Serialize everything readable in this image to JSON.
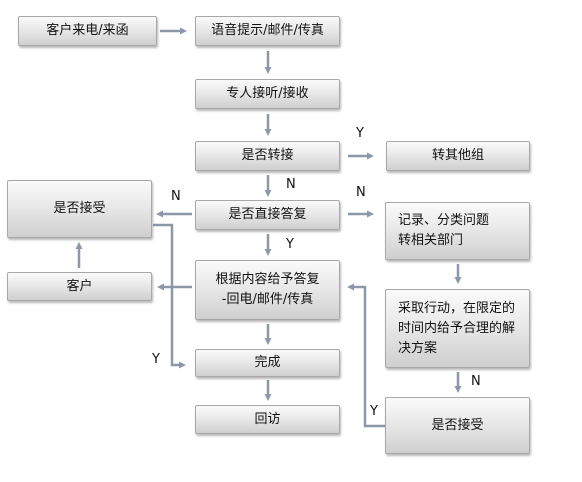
{
  "nodes": {
    "customer_call": "客户来电/来函",
    "voice_prompt": "语音提示/邮件/传真",
    "staff_receive": "专人接听/接收",
    "transfer_q": "是否转接",
    "transfer_other": "转其他组",
    "direct_answer_q": "是否直接答复",
    "record_classify_l1": "记录、分类问题",
    "record_classify_l2": "转相关部门",
    "accept_q_left": "是否接受",
    "customer": "客户",
    "reply_l1": "根据内容给予答复",
    "reply_l2": "-回电/邮件/传真",
    "take_action_l1": "采取行动，在限定的",
    "take_action_l2": "时间内给予合理的解",
    "take_action_l3": "决方案",
    "done": "完成",
    "revisit": "回访",
    "accept_q_right": "是否接受"
  },
  "labels": {
    "transfer_yes": "Y",
    "transfer_no": "N",
    "direct_no": "N",
    "direct_yes": "Y",
    "accept_left_no": "N",
    "accept_left_yes": "Y",
    "action_no": "N",
    "accept_right_yes": "Y"
  },
  "colors": {
    "arrow": "#8c98a8",
    "box_border": "#a8a8a8"
  }
}
